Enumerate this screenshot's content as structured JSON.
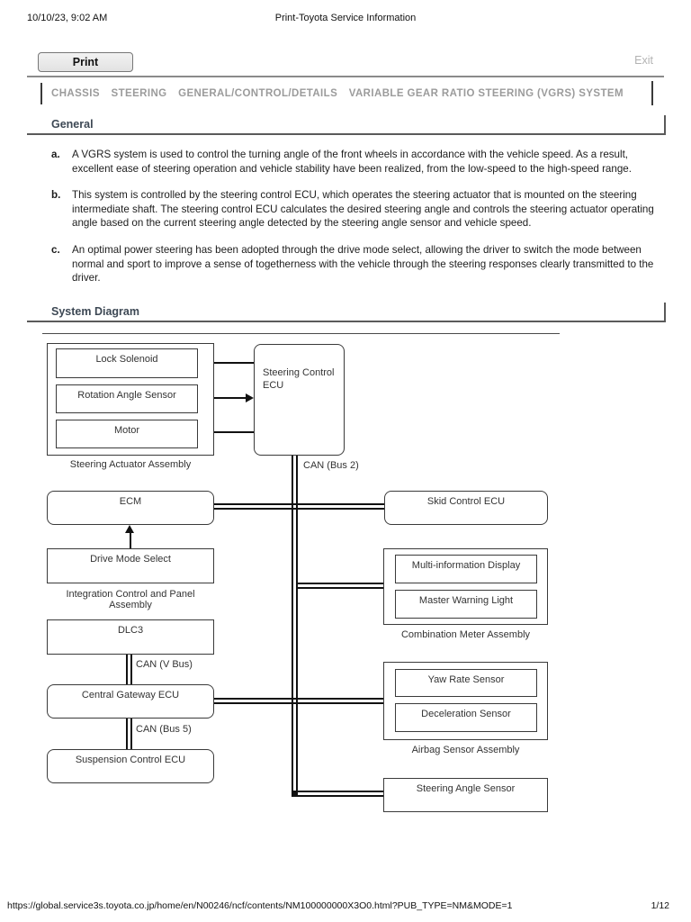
{
  "meta": {
    "datetime": "10/10/23, 9:02 AM",
    "doc_title": "Print-Toyota Service Information"
  },
  "toolbar": {
    "print_label": "Print",
    "exit_label": "Exit"
  },
  "breadcrumb": {
    "items": [
      "CHASSIS",
      "STEERING",
      "GENERAL/CONTROL/DETAILS",
      "VARIABLE GEAR RATIO STEERING (VGRS) SYSTEM"
    ]
  },
  "general": {
    "title": "General",
    "items": [
      {
        "label": "a.",
        "text": "A VGRS system is used to control the turning angle of the front wheels in accordance with the vehicle speed. As a result, excellent ease of steering operation and vehicle stability have been realized, from the low-speed to the high-speed range."
      },
      {
        "label": "b.",
        "text": "This system is controlled by the steering control ECU, which operates the steering actuator that is mounted on the steering intermediate shaft. The steering control ECU calculates the desired steering angle and controls the steering actuator operating angle based on the current steering angle detected by the steering angle sensor and vehicle speed."
      },
      {
        "label": "c.",
        "text": "An optimal power steering has been adopted through the drive mode select, allowing the driver to switch the mode between normal and sport to improve a sense of togetherness with the vehicle through the steering responses clearly transmitted to the driver."
      }
    ]
  },
  "diagram": {
    "title": "System Diagram",
    "nodes": {
      "lock_solenoid": "Lock Solenoid",
      "rotation_angle_sensor": "Rotation Angle Sensor",
      "motor": "Motor",
      "steering_actuator_assembly": "Steering Actuator Assembly",
      "steering_control_ecu": "Steering Control ECU",
      "ecm": "ECM",
      "drive_mode_select": "Drive Mode Select",
      "integration_control_panel": "Integration Control and Panel Assembly",
      "dlc3": "DLC3",
      "central_gateway_ecu": "Central Gateway ECU",
      "suspension_control_ecu": "Suspension Control ECU",
      "skid_control_ecu": "Skid Control ECU",
      "multi_information_display": "Multi-information Display",
      "master_warning_light": "Master Warning Light",
      "combination_meter_assembly": "Combination Meter Assembly",
      "yaw_rate_sensor": "Yaw Rate Sensor",
      "deceleration_sensor": "Deceleration Sensor",
      "airbag_sensor_assembly": "Airbag Sensor Assembly",
      "steering_angle_sensor": "Steering Angle Sensor"
    },
    "bus_labels": {
      "bus2": "CAN (Bus 2)",
      "vbus": "CAN (V Bus)",
      "bus5": "CAN (Bus 5)"
    }
  },
  "footer": {
    "url": "https://global.service3s.toyota.co.jp/home/en/N00246/ncf/contents/NM100000000X3O0.html?PUB_TYPE=NM&MODE=1",
    "page": "1/12"
  },
  "colors": {
    "line": "#111111",
    "box_border": "#3a3a3a",
    "breadcrumb_text": "#9b9b9b",
    "section_title": "#3d4854"
  }
}
